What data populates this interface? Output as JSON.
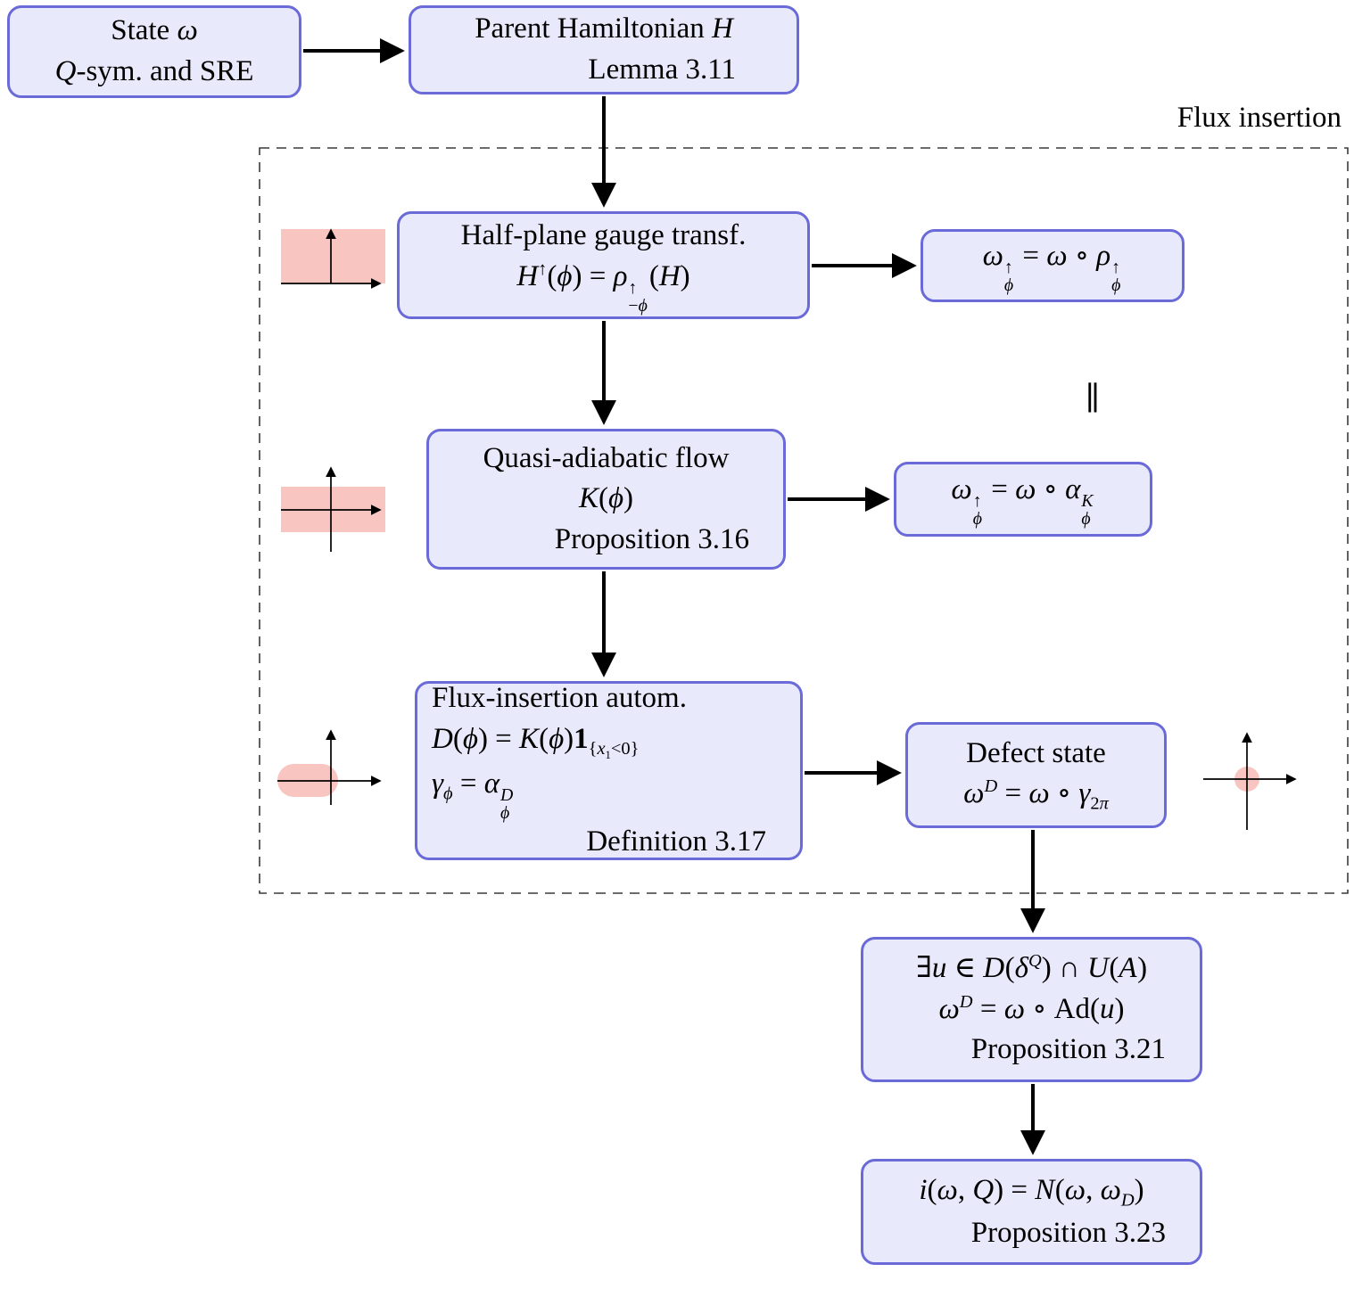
{
  "colors": {
    "box_fill": "#e9e9fc",
    "box_border": "#6a6ad8",
    "highlight_pink": "#f9c5c1",
    "arrow": "#000000"
  },
  "flux_region": {
    "label": "Flux insertion"
  },
  "equality_symbol": "∥",
  "boxes": {
    "state": {
      "line1": "State <i>ω</i>",
      "line2": "<i>Q</i>-sym. and SRE"
    },
    "parent_hamiltonian": {
      "line1": "Parent Hamiltonian <i>H</i>",
      "ref": "Lemma 3.11"
    },
    "half_plane_gauge": {
      "line1": "Half-plane gauge transf.",
      "math": "<i>H</i><sup>↑</sup>(<i>ϕ</i>) = <i>ρ</i><span class='ss'><span class='u'>↑</span><span class='d'>−<i>ϕ</i></span></span>(<i>H</i>)"
    },
    "omega_rho": {
      "math": "<i>ω</i><span class='ss'><span class='u'>↑</span><span class='d'><i>ϕ</i></span></span> = <i>ω</i> ∘ <i>ρ</i><span class='ss'><span class='u'>↑</span><span class='d'><i>ϕ</i></span></span>"
    },
    "quasi_adiabatic": {
      "line1": "Quasi-adiabatic flow",
      "math": "<i>K</i>(<i>ϕ</i>)",
      "ref": "Proposition 3.16"
    },
    "omega_alpha": {
      "math": "<i>ω</i><span class='ss'><span class='u'>↑</span><span class='d'><i>ϕ</i></span></span> = <i>ω</i> ∘ <i>α</i><span class='ss'><span class='u'><i>K</i></span><span class='d'><i>ϕ</i></span></span>"
    },
    "flux_insertion_autom": {
      "line1": "Flux-insertion autom.",
      "math1": "<i>D</i>(<i>ϕ</i>) = <i>K</i>(<i>ϕ</i>)<span class='one'>1</span><sub>{<i>x</i><sub>1</sub>&lt;0}</sub>",
      "math2": "<i>γ</i><sub><i>ϕ</i></sub> = <i>α</i><span class='ss'><span class='u'><i>D</i></span><span class='d'><i>ϕ</i></span></span>",
      "ref": "Definition 3.17"
    },
    "defect_state": {
      "line1": "Defect state",
      "math": "<i>ω</i><sup><i>D</i></sup> = <i>ω</i> ∘ <i>γ</i><sub>2<i>π</i></sub>"
    },
    "unitary_existence": {
      "math1": "∃<i>u</i> ∈ <i class='scr'>D</i>(<i>δ</i><sup><i>Q</i></sup>) ∩ <i class='scr'>U</i>(<i class='scr'>A</i>)",
      "math2": "<i>ω</i><sup><i>D</i></sup> = <i>ω</i> ∘ Ad(<i>u</i>)",
      "ref": "Proposition 3.21"
    },
    "index": {
      "math": "<i>i</i>(<i>ω</i>, <i>Q</i>) = <i class='scr'>N</i>(<i>ω</i>, <i>ω</i><sub><i>D</i></sub>)",
      "ref": "Proposition 3.23"
    }
  },
  "icons": {
    "upper_half_plane": "shaded upper half-plane above x-axis",
    "horizontal_strip": "shaded horizontal strip along x-axis",
    "left_half_strip": "shaded strip along negative x-axis",
    "origin_point": "shaded point at origin"
  }
}
